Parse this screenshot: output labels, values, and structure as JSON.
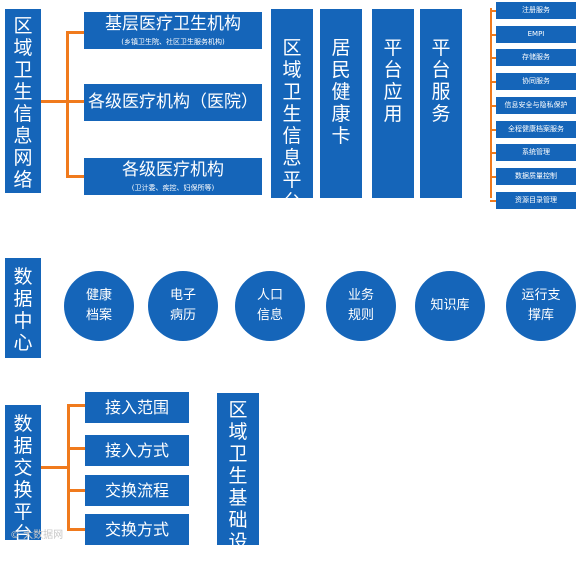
{
  "network": {
    "title": "区域卫生信息网络",
    "boxes": [
      {
        "label": "基层医疗卫生机构",
        "sub": "(乡镇卫生院、社区卫生服务机构)"
      },
      {
        "label": "各级医疗机构（医院）",
        "sub": ""
      },
      {
        "label": "各级医疗机构",
        "sub": "(卫计委、疾控、妇保所等)"
      }
    ]
  },
  "columns": [
    {
      "label": "区域卫生信息平台"
    },
    {
      "label": "居民健康卡"
    },
    {
      "label": "平台应用"
    },
    {
      "label": "平台服务"
    }
  ],
  "services": [
    "注册服务",
    "EMPI",
    "存储服务",
    "协同服务",
    "信息安全与隐私保护",
    "全程健康档案服务",
    "系统管理",
    "数据质量控制",
    "资源目录管理"
  ],
  "data_center": {
    "title": "数据中心",
    "items": [
      {
        "l1": "健康",
        "l2": "档案"
      },
      {
        "l1": "电子",
        "l2": "病历"
      },
      {
        "l1": "人口",
        "l2": "信息"
      },
      {
        "l1": "业务",
        "l2": "规则"
      },
      {
        "l1": "知识库",
        "l2": ""
      },
      {
        "l1": "运行支",
        "l2": "撑库"
      }
    ]
  },
  "exchange": {
    "title": "数据交换平台",
    "items": [
      "接入范围",
      "接入方式",
      "交换流程",
      "交换方式"
    ]
  },
  "infrastructure": {
    "label": "区域卫生基础设施"
  },
  "watermark": "© 大数据网"
}
